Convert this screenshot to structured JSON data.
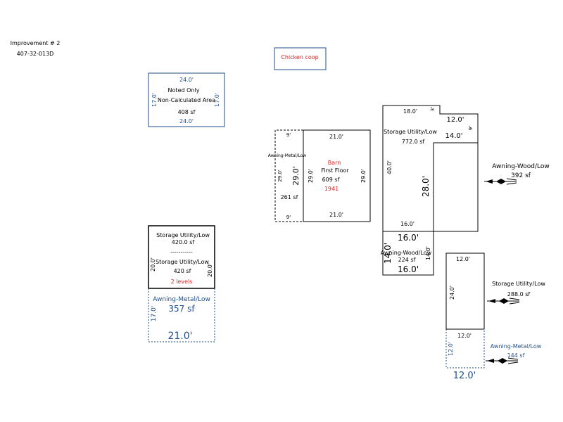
{
  "header": {
    "improvement": "Improvement # 2",
    "parcel": "407-32-013D"
  },
  "colors": {
    "blue": "#1f4e8c",
    "red": "#e02020",
    "black": "#000000"
  },
  "chicken_coop": "Chicken coop",
  "noncalc": {
    "top": "24.0'",
    "bottom": "24.0'",
    "left": "17.0'",
    "right": "17.0'",
    "line1": "Noted Only",
    "line2": "Non-Calculated Area",
    "area": "408 sf"
  },
  "awning_metal_261": {
    "label": "Awning-Metal/Low",
    "top": "9'",
    "bottom": "9'",
    "left": "29.0'",
    "right": "29.0'",
    "area": "261 sf"
  },
  "barn": {
    "top": "21.0'",
    "bottom": "21.0'",
    "left": "29.0'",
    "right": "29.0'",
    "name": "Barn",
    "floor": "First Floor",
    "area": "609 sf",
    "year": "1941"
  },
  "storage_772": {
    "top": "18.0'",
    "notch_v": "3'",
    "notch_top": "12.0'",
    "right_small": "9'",
    "inner": "14.0'",
    "label": "Storage Utility/Low",
    "area": "772.0 sf",
    "left": "40.0'",
    "right": "28.0'",
    "bottom": "16.0'"
  },
  "awning_wood_224": {
    "top": "16.0'",
    "bottom": "16.0'",
    "left": "14.0'",
    "right": "14.0'",
    "label": "Awning-Wood/Low",
    "area": "224 sf"
  },
  "awning_wood_392": {
    "label": "Awning-Wood/Low",
    "area": "392 sf"
  },
  "storage_420": {
    "label1": "Storage Utility/Low",
    "area1": "420.0 sf",
    "sep": "-----------",
    "label2": "Storage Utility/Low",
    "area2": "420 sf",
    "levels": "2 levels",
    "left": "20.0'",
    "right": "20.0'"
  },
  "awning_metal_357": {
    "label": "Awning-Metal/Low",
    "area": "357 sf",
    "left": "17.0'",
    "bottom": "21.0'"
  },
  "storage_288": {
    "top": "12.0'",
    "left": "24.0'",
    "label": "Storage Utility/Low",
    "area": "288.0 sf"
  },
  "awning_metal_144": {
    "top": "12.0'",
    "left": "12.0'",
    "bottom": "12.0'",
    "label": "Awning-Metal/Low",
    "area": "144 sf"
  }
}
